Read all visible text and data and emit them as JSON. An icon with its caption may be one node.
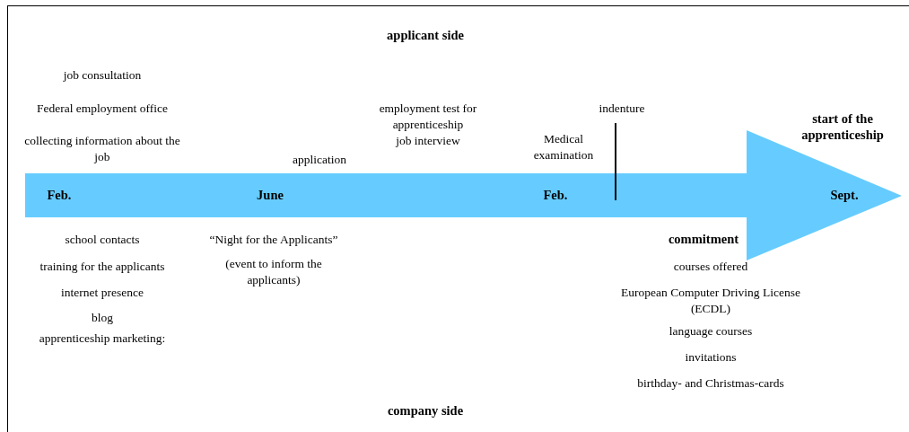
{
  "diagram": {
    "labels": [
      "applicant side",
      "job consultation",
      "Federal employment office",
      "collecting information about the job",
      "employment test for apprenticeship",
      "job interview",
      "indenture",
      "start of the apprenticeship",
      "Medical examination",
      "application",
      "Feb.",
      "June",
      "Feb.",
      "Sept.",
      "school contacts",
      "“Night for the Applicants”",
      "commitment",
      "training for the applicants",
      "(event to inform the applicants)",
      "courses offered",
      "internet presence",
      "European Computer Driving License (ECDL)",
      "blog",
      "language courses",
      "apprenticeship marketing:",
      "invitations",
      "birthday- and Christmas-cards",
      "company side"
    ]
  }
}
